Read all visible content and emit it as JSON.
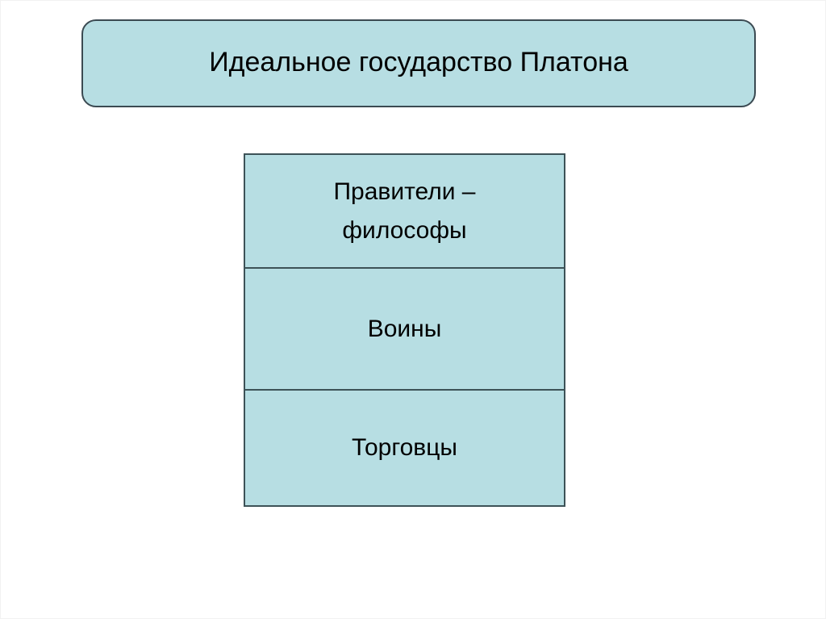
{
  "slide": {
    "background_color": "#ffffff",
    "border_color": "#f2f2f2"
  },
  "title": {
    "text": "Идеальное государство Платона",
    "fill_color": "#b7dee3",
    "border_color": "#3b4a52",
    "text_color": "#000000"
  },
  "hierarchy": {
    "fill_color": "#b7dee3",
    "border_color": "#3d5257",
    "tiers": [
      {
        "label": "Правители –\nфилософы"
      },
      {
        "label": "Воины"
      },
      {
        "label": "Торговцы"
      }
    ]
  }
}
